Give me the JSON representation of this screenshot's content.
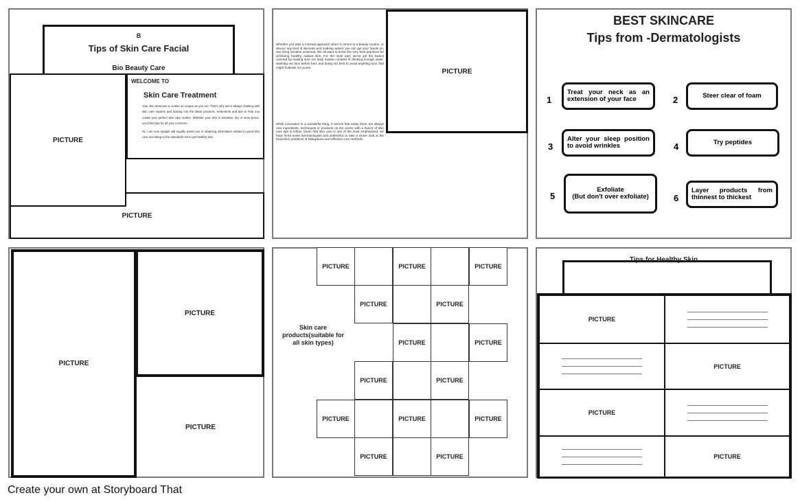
{
  "panel1": {
    "letter": "B",
    "title": "Tips of Skin Care Facial",
    "brand": "Bio Beauty Care",
    "welcome": "WELCOME TO",
    "heading": "Skin Care Treatment",
    "para1": "Your skin deserves a routine as unique as you are. That's why we're always chatting with skin care experts and looking into the latest products, treatments and tips to help you create your perfect skin care routine. Whether your skin is sensitive, dry or acne-prone, you'll find tips for all your concerns.",
    "para2": "Hi, I am Anis Ajaiqah will equally assist you in obtaining information related to good skin care according to the standards set to get healthy skin.",
    "picture_left": "PICTURE",
    "picture_bottom": "PICTURE"
  },
  "panel2": {
    "text1": "Whether you take a minimal approach when it comes to a beauty routine, or devour any kind of skincare and makeup advice you can get your hands on, one thing remains universal. We all want to know the very best practices for achieving healthy, radiant skin. For the most part, we've got the basics covered by making sure our daily routine consists of drinking enough water, washing our face before bed, and doing our best to avoid anything toxic that might frustrate our pores.",
    "text2": "While innovation is a wonderful thing, it seems that today there are always new ingredients, techniques or products on the scene with a bunch of skin care tips to follow. Given that skin care is one of the most emphasized, we have hired some dermatologists and aesthetics to take a closer look at the facial skin problems of Malaysians and effective care methods.",
    "picture": "PICTURE"
  },
  "panel3": {
    "title1": "BEST SKINCARE",
    "title2": "Tips from -Dermatologists",
    "tips": [
      {
        "n": "1",
        "text": "Treat your neck as an extension of your face"
      },
      {
        "n": "2",
        "text": "Steer clear of foam"
      },
      {
        "n": "3",
        "text": "Alter your sleep position to avoid wrinkles"
      },
      {
        "n": "4",
        "text": "Try peptides"
      },
      {
        "n": "5",
        "text": "Exfoliate\n(But don't over exfoliate)"
      },
      {
        "n": "6",
        "text": "Layer products from thinnest to thickest"
      }
    ]
  },
  "panel4": {
    "picture_left": "PICTURE",
    "picture_top": "PICTURE",
    "picture_bottom": "PICTURE"
  },
  "panel5": {
    "label": "Skin care products(suitable for all skin types)",
    "picture": "PICTURE"
  },
  "panel6": {
    "title": "Tips for Healthy Skin",
    "picture": "PICTURE"
  },
  "footer": {
    "text": "Create your own at Storyboard That"
  }
}
